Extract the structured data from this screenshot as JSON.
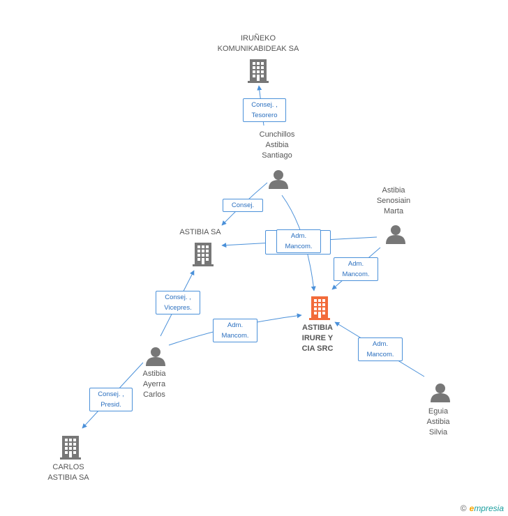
{
  "nodes": {
    "irune": {
      "label": "IRUÑEKO\nKOMUNIKABIDEAK SA",
      "type": "company",
      "icon": "building-icon"
    },
    "cunchillos": {
      "label": "Cunchillos\nAstibia\nSantiago",
      "type": "person",
      "icon": "person-icon"
    },
    "senosiain": {
      "label": "Astibia\nSenosiain\nMarta",
      "type": "person",
      "icon": "person-icon"
    },
    "astibia_sa": {
      "label": "ASTIBIA SA",
      "type": "company",
      "icon": "building-icon"
    },
    "focus": {
      "label": "ASTIBIA\nIRURE Y\nCIA SRC",
      "type": "company",
      "icon": "building-icon",
      "color": "#f26b3a"
    },
    "ayerra": {
      "label": "Astibia\nAyerra\nCarlos",
      "type": "person",
      "icon": "person-icon"
    },
    "egui": {
      "label": "Eguia\nAstibia\nSilvia",
      "type": "person",
      "icon": "person-icon"
    },
    "carlos_sa": {
      "label": "CARLOS\nASTIBIA SA",
      "type": "company",
      "icon": "building-icon"
    }
  },
  "edges": {
    "e1": {
      "label": "Consej. ,\nTesorero"
    },
    "e2": {
      "label": "Consej."
    },
    "e3": {
      "label": "Adm.\nMancom."
    },
    "e3b": {
      "label": "S...       ..."
    },
    "e4": {
      "label": "Adm.\nMancom."
    },
    "e5": {
      "label": "Consej. ,\nVicepres."
    },
    "e6": {
      "label": "Adm.\nMancom."
    },
    "e7": {
      "label": "Adm.\nMancom."
    },
    "e8": {
      "label": "Consej. ,\nPresid."
    }
  },
  "colors": {
    "node": "#777777",
    "focus": "#f26b3a",
    "edge": "#4a90d9"
  },
  "brand": {
    "copyright": "©",
    "name_first": "e",
    "name_rest": "mpresia"
  }
}
